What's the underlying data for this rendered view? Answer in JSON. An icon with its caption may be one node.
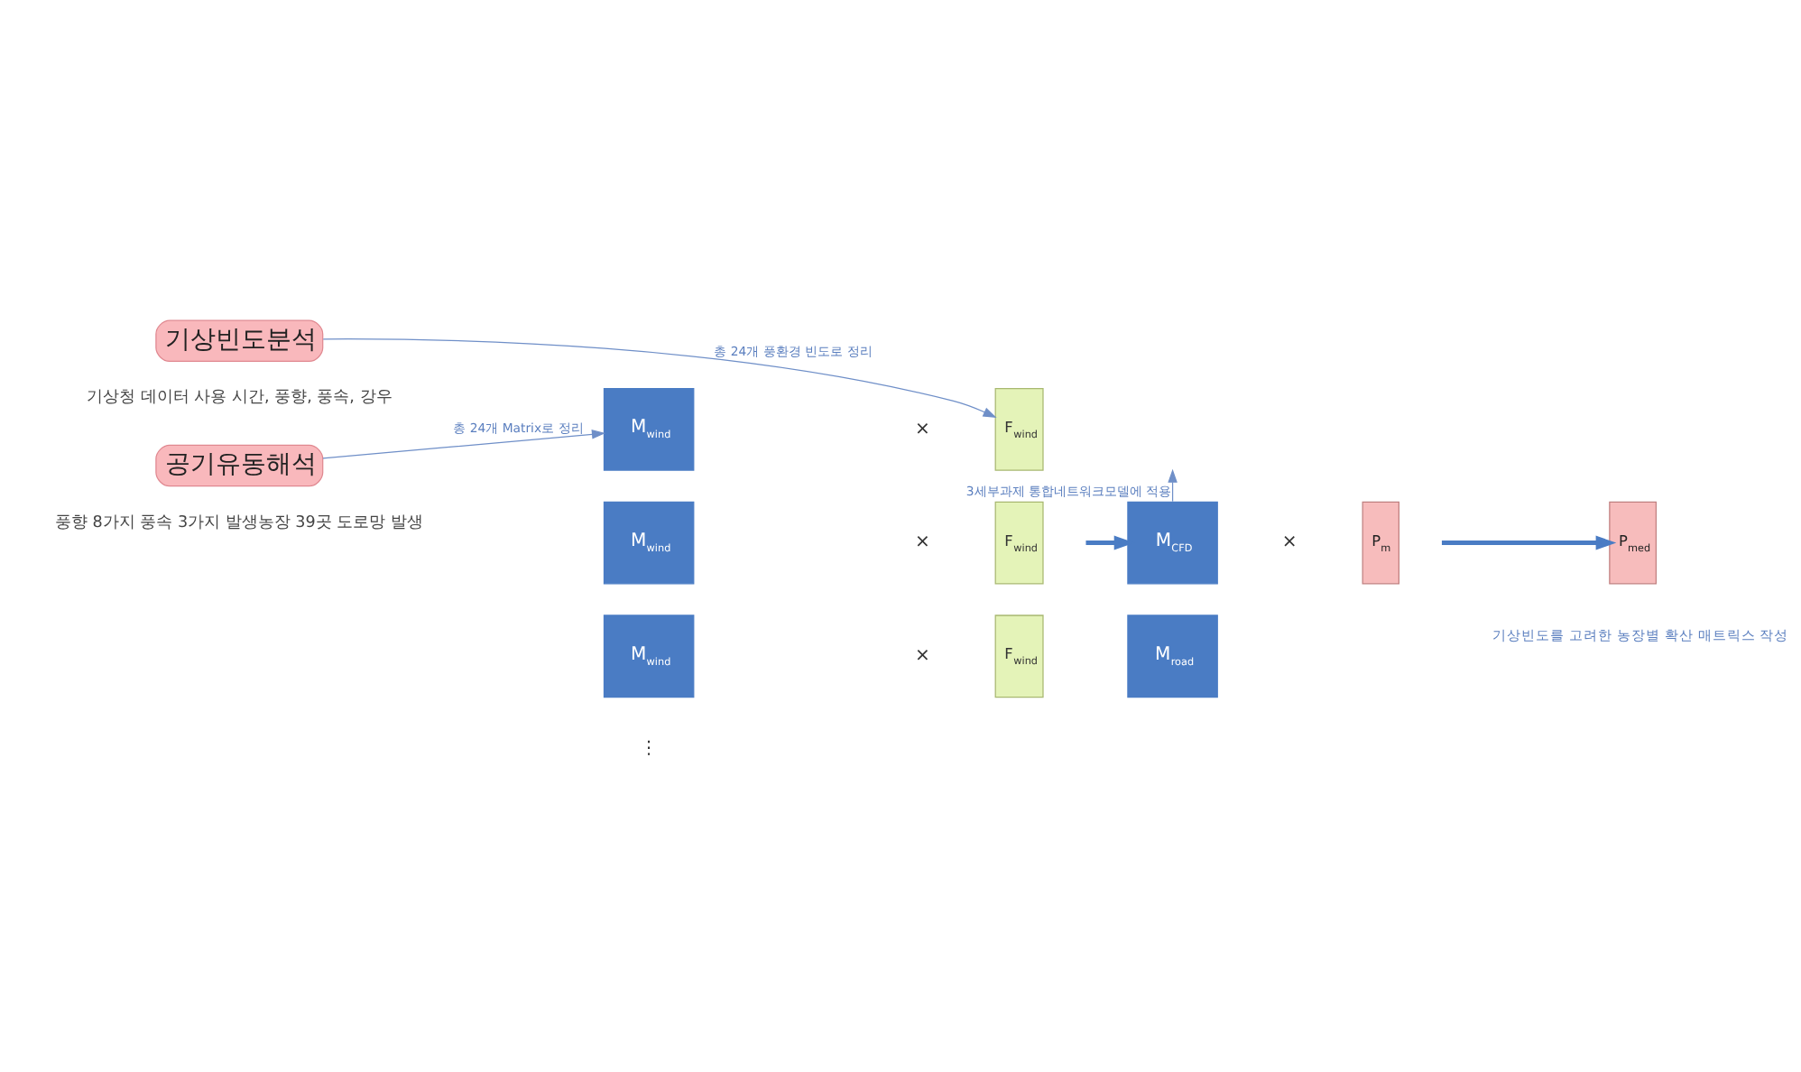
{
  "diagram": {
    "nodes": [
      {
        "text": [
          "기상빈도분석"
        ],
        "beside": [
          "기상청 데이터 사용 시간, 풍향, 풍속, 강우"
        ]
      },
      {
        "text": [
          "공기유동해석"
        ],
        "beside": [
          "풍향 8가지 풍속 3가지 발생농장 39곳 도로망 발생"
        ]
      },
      {
        "text": [
          "M$_{wind}$"
        ]
      },
      {
        "text": [
          "F$_{wind}$"
        ]
      },
      {
        "text": [
          "M$_{wind}$"
        ]
      },
      {
        "text": [
          "F$_{wind}$"
        ]
      },
      {
        "text": [
          "M$_{wind}$"
        ]
      },
      {
        "text": [
          "F$_{wind}$"
        ]
      },
      {
        "text": [
          "M$_{CFD}$"
        ]
      },
      {
        "text": [
          "M$_{road}$"
        ]
      },
      {
        "text": [
          "P$_{m}$"
        ]
      },
      {
        "text": [
          "P$_{med}$"
        ]
      }
    ],
    "edges": [
      {
        "from": 0,
        "to": 3,
        "arrow": "to",
        "label": "총 24개 풍환경 빈도로 정리"
      },
      {
        "from": 1,
        "to": 2,
        "arrow": "to",
        "label": "총 24개 Matrix로 정리"
      },
      {
        "from": null,
        "to": 8,
        "arrow": "to",
        "style": "thick"
      },
      {
        "from": 8,
        "to": null,
        "arrow": "to",
        "label": "3세부과제 통합네트워크모델에 적용"
      },
      {
        "from": null,
        "to": 11,
        "arrow": "to",
        "style": "thick"
      }
    ],
    "labels": [
      "×",
      "×",
      "×",
      "⋮",
      "×",
      "기상빈도를 고려한 농장별 확산 매트릭스 작성"
    ]
  }
}
